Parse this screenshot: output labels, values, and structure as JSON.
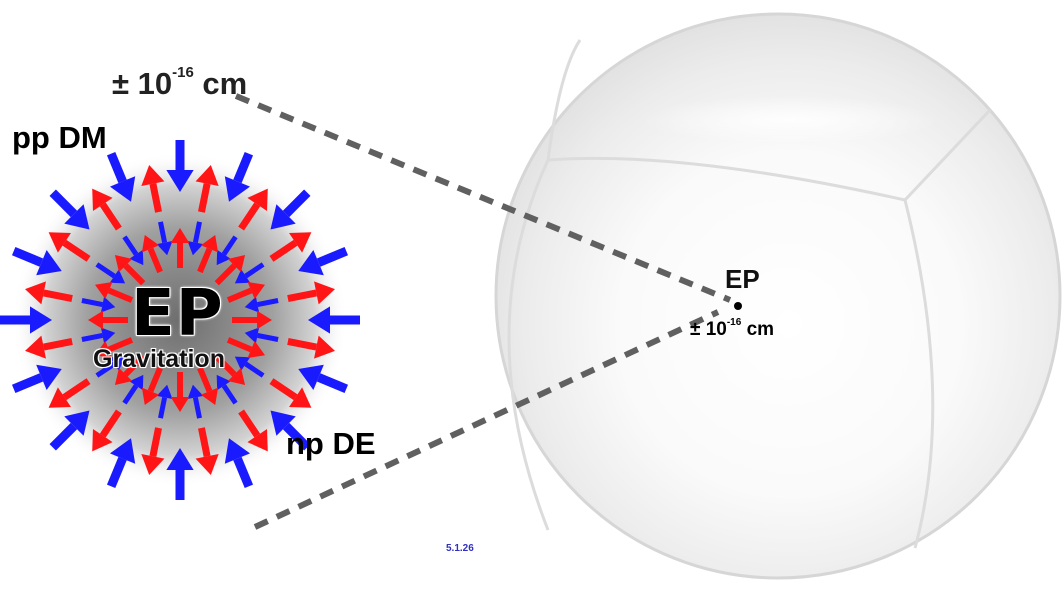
{
  "labels": {
    "scale_left_main": "± 10",
    "scale_left_exp": "-16",
    "scale_left_unit": " cm",
    "pp_dm": "pp DM",
    "np_de": "np DE",
    "ep_center": "EP",
    "gravitation": "Gravitation",
    "ep_right": "EP",
    "scale_right_main": "± 10",
    "scale_right_exp": "-16",
    "scale_right_unit": " cm",
    "date_stamp": "5.1.26"
  },
  "colors": {
    "dark_matter_blue": "#1a1aff",
    "dark_energy_red": "#ff1515",
    "dashed_line": "#606060",
    "sphere_outline": "#d9d9d9",
    "label_dark": "#222222",
    "date_blue": "#3030c0"
  },
  "legend": {
    "blue_arrows": "pp DM",
    "red_arrows": "np DE"
  }
}
